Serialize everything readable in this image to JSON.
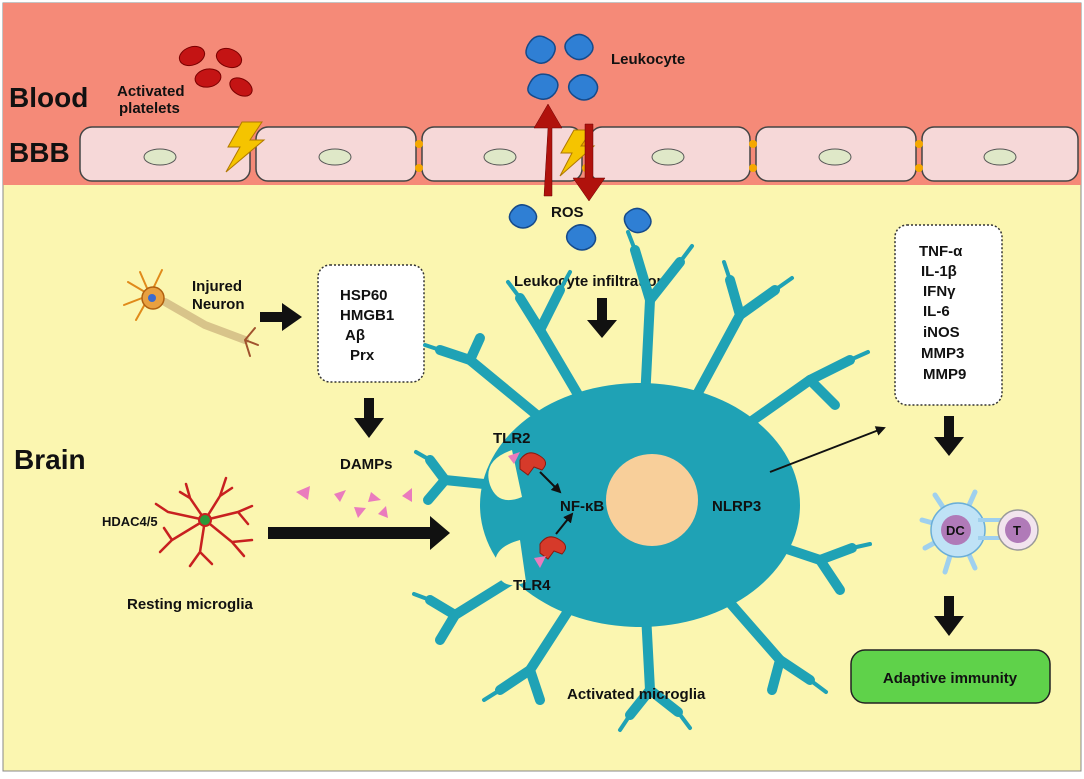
{
  "regions": {
    "blood": "Blood",
    "bbb": "BBB",
    "brain": "Brain"
  },
  "labels": {
    "activated_platelets_line1": "Activated",
    "activated_platelets_line2": "platelets",
    "leukocyte": "Leukocyte",
    "ros": "ROS",
    "leukocyte_infiltration": "Leukocyte infiltration",
    "injured_neuron_line1": "Injured",
    "injured_neuron_line2": "Neuron",
    "damps": "DAMPs",
    "hdac": "HDAC4/5",
    "resting_microglia": "Resting microglia",
    "tlr2": "TLR2",
    "tlr4": "TLR4",
    "nfkb": "NF-κB",
    "nlrp3": "NLRP3",
    "activated_microglia": "Activated microglia",
    "dc": "DC",
    "t_cell": "T",
    "adaptive_immunity": "Adaptive immunity"
  },
  "damp_molecules": [
    "HSP60",
    "HMGB1",
    "Aβ",
    "Prx"
  ],
  "cytokines": [
    "TNF-α",
    "IL-1β",
    "IFNγ",
    "IL-6",
    "iNOS",
    "MMP3",
    "MMP9"
  ],
  "colors": {
    "blood": "#f58a78",
    "brain": "#fbf6b0",
    "endothelial_cell": "#f6d8d8",
    "microglia": "#1fa2b5",
    "nucleus": "#f8cf9a",
    "leukocyte": "#2f7fd4",
    "platelet": "#c41414",
    "ros_arrow": "#b0120c",
    "lightning": "#f5c400",
    "damp_triangle": "#ea7bbd",
    "adaptive_box": "#5fd24a"
  }
}
